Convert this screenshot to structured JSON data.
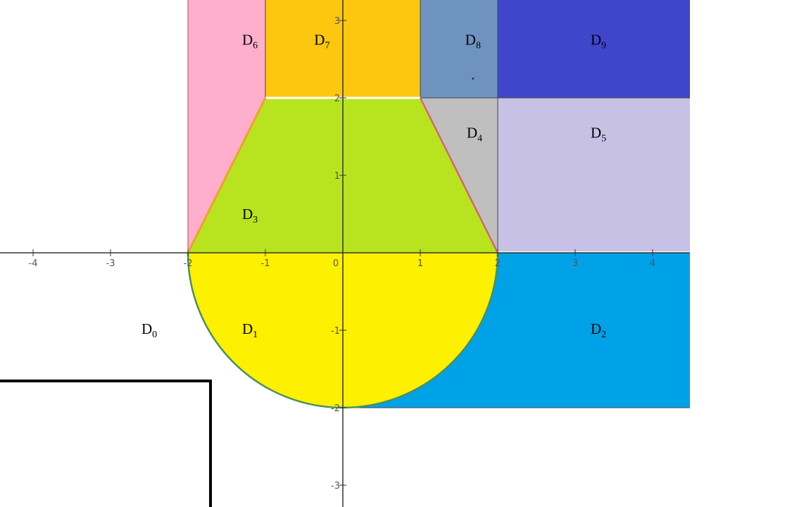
{
  "figure": {
    "x_tick_labels": [
      "-4",
      "-3",
      "-2",
      "-1",
      "0",
      "1",
      "2",
      "3",
      "4"
    ],
    "y_tick_labels": [
      "3",
      "2",
      "1",
      "-1",
      "-2",
      "-3"
    ],
    "x_ticks": [
      -4,
      -3,
      -2,
      -1,
      0,
      1,
      2,
      3,
      4
    ],
    "y_ticks": [
      3,
      2,
      1,
      -1,
      -2,
      -3
    ],
    "origin_label": "0",
    "regions": [
      {
        "id": "D6",
        "letter": "D",
        "sub": "6",
        "color": "#ffafcb",
        "at": [
          -1.3,
          2.75
        ]
      },
      {
        "id": "D7",
        "letter": "D",
        "sub": "7",
        "color": "#fec70f",
        "at": [
          -0.37,
          2.75
        ]
      },
      {
        "id": "D8",
        "letter": "D",
        "sub": "8",
        "color": "#6e93be",
        "at": [
          1.58,
          2.75
        ]
      },
      {
        "id": "D9",
        "letter": "D",
        "sub": "9",
        "color": "#3f46cc",
        "at": [
          3.2,
          2.75
        ]
      },
      {
        "id": "D4",
        "letter": "D",
        "sub": "4",
        "color": "#bfbfbf",
        "at": [
          1.6,
          1.55
        ]
      },
      {
        "id": "D5",
        "letter": "D",
        "sub": "5",
        "color": "#c7c1e6",
        "at": [
          3.2,
          1.55
        ]
      },
      {
        "id": "D3",
        "letter": "D",
        "sub": "3",
        "color": "#b8e41f",
        "at": [
          -1.3,
          0.5
        ]
      },
      {
        "id": "D1",
        "letter": "D",
        "sub": "1",
        "color": "#fdf001",
        "at": [
          -1.3,
          -0.98
        ]
      },
      {
        "id": "D2",
        "letter": "D",
        "sub": "2",
        "color": "#00a2e7",
        "at": [
          3.2,
          -0.98
        ]
      },
      {
        "id": "D0",
        "letter": "D",
        "sub": "0",
        "color": "#ffffff",
        "at": [
          -2.6,
          -0.98
        ]
      }
    ],
    "colors": {
      "axis": "#333333",
      "trapezoid_edge": "#d9646b",
      "semicircle_edge": "#4a8f5c",
      "box_stroke": "#000000"
    }
  }
}
